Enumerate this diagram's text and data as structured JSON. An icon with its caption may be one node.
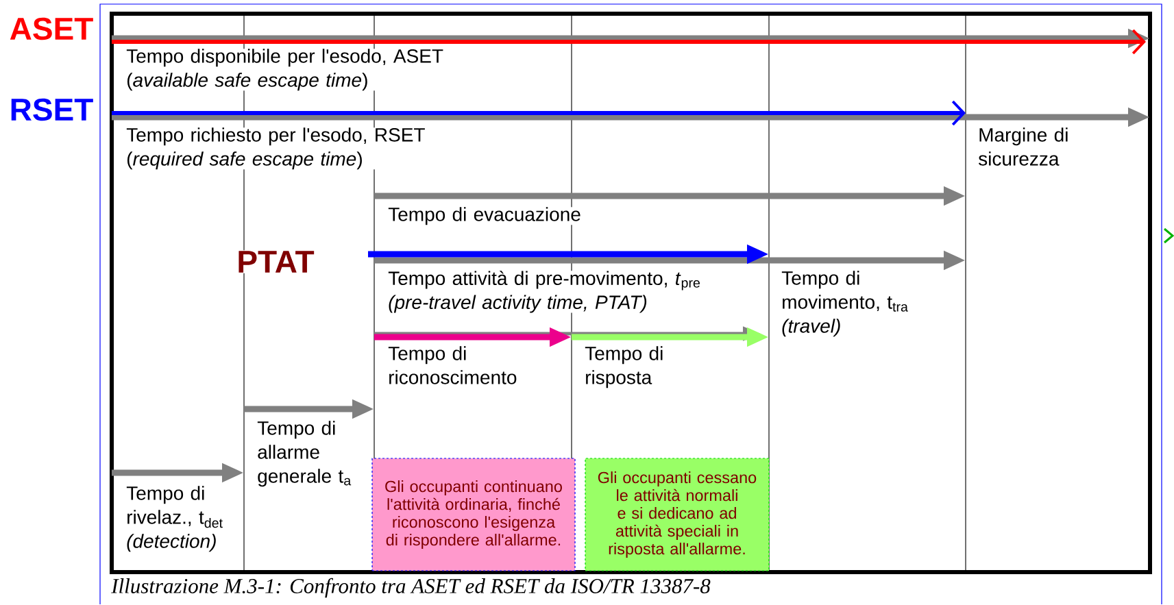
{
  "diagram": {
    "caption": "Illustrazione M.3-1: Confronto tra ASET ed RSET da ISO/TR 13387-8",
    "nodes": [
      {
        "text": [
          "Gli occupanti continuano l'attività ordinaria, finché riconoscono l'esigenza di rispondere all'allarme."
        ]
      },
      {
        "text": [
          "Gli occupanti cessano le attività normali e si dedicano ad attività speciali in risposta all'allarme."
        ]
      }
    ],
    "labels": [
      "ASET",
      "Tempo disponibile per l'esodo, ASET (*available safe escape time*)",
      "RSET",
      "Tempo richiesto per l'esodo, RSET (*required safe escape time*)",
      "Margine di sicurezza",
      "Tempo di evacuazione",
      "PTAT",
      "Tempo attività di pre-movimento, *t*$_{pre}$ *(pre-travel activity time, PTAT)*",
      "Tempo di movimento, t$_{tra}$ *(travel)*",
      "Tempo di riconoscimento",
      "Tempo di risposta",
      "Tempo di allarme generale t$_{a}$",
      "Tempo di rivelaz., t$_{det}$ *(detection)*"
    ]
  }
}
